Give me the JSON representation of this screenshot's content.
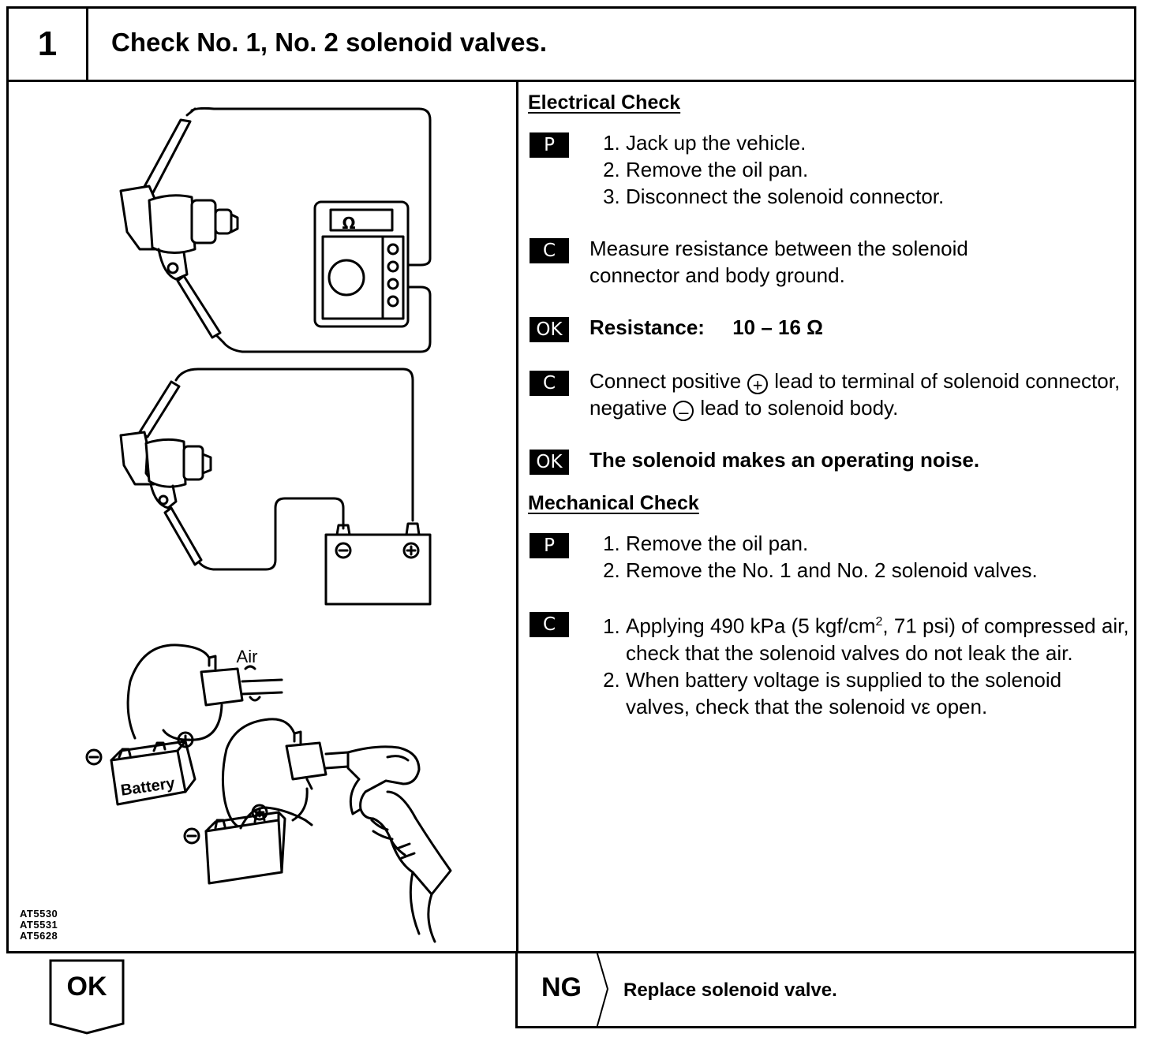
{
  "header": {
    "step_number": "1",
    "title": "Check No. 1, No. 2 solenoid valves."
  },
  "illustration": {
    "meter_symbol": "Ω",
    "air_label": "Air",
    "battery_label": "Battery",
    "minus_symbol": "⊖",
    "plus_symbol": "⊕",
    "figure_codes": [
      "AT5530",
      "AT5531",
      "AT5628"
    ]
  },
  "electrical_check": {
    "title": "Electrical Check",
    "prep_badge": "P",
    "prep_steps": [
      "Jack up the vehicle.",
      "Remove the oil pan.",
      "Disconnect the solenoid connector."
    ],
    "check1_badge": "C",
    "check1_text": "Measure resistance between the solenoid connector and body ground.",
    "ok1_badge": "OK",
    "ok1_label": "Resistance:",
    "ok1_value": "10 – 16 Ω",
    "check2_badge": "C",
    "check2_text_a": "Connect positive",
    "check2_text_b": "lead to terminal of solenoid connector, negative",
    "check2_text_c": "lead to solenoid body.",
    "plus_sign": "+",
    "minus_sign": "–",
    "ok2_badge": "OK",
    "ok2_text": "The solenoid makes an operating noise."
  },
  "mechanical_check": {
    "title": "Mechanical Check",
    "prep_badge": "P",
    "prep_steps": [
      "Remove the oil pan.",
      "Remove the No. 1 and No. 2 solenoid valves."
    ],
    "check_badge": "C",
    "step1_a": "Applying 490 kPa (5 kgf/cm",
    "step1_sup": "2",
    "step1_b": ", 71 psi) of compressed air, check that the solenoid valves do not leak the air.",
    "step2": "When battery voltage is supplied to the solenoid valves, check that the solenoid vε open."
  },
  "results": {
    "ok_label": "OK",
    "ng_label": "NG",
    "ng_action": "Replace solenoid valve."
  }
}
